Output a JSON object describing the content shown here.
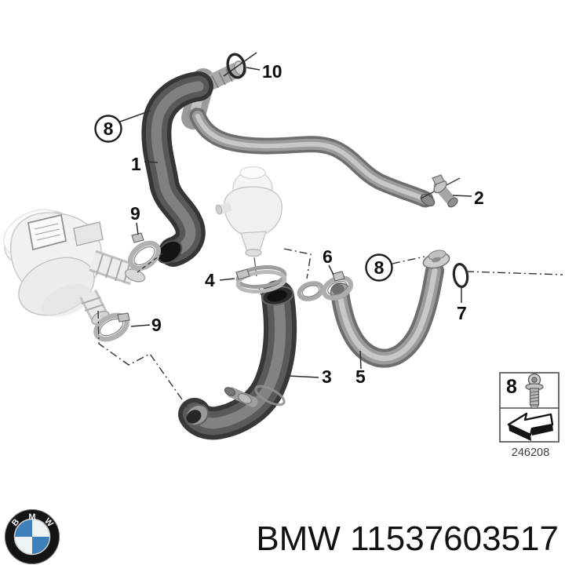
{
  "colors": {
    "background": "#ffffff",
    "hose_dark": "#383838",
    "hose_light": "#9b9b9b",
    "text": "#0f0f0f",
    "bmw_blue": "#3d7fb8"
  },
  "diagram": {
    "number": "246208",
    "callouts": [
      {
        "label": "1",
        "circled": false
      },
      {
        "label": "2",
        "circled": false
      },
      {
        "label": "3",
        "circled": false
      },
      {
        "label": "4",
        "circled": false
      },
      {
        "label": "5",
        "circled": false
      },
      {
        "label": "6",
        "circled": false
      },
      {
        "label": "7",
        "circled": false
      },
      {
        "label": "8",
        "circled": true
      },
      {
        "label": "8",
        "circled": true
      },
      {
        "label": "9",
        "circled": false
      },
      {
        "label": "9",
        "circled": false
      },
      {
        "label": "10",
        "circled": false
      }
    ],
    "legend": {
      "ref_label": "8"
    }
  },
  "brand": {
    "name": "BMW",
    "logo_letters": {
      "b": "B",
      "m": "M",
      "w": "W"
    }
  },
  "footer": {
    "part_text": "BMW 11537603517"
  }
}
